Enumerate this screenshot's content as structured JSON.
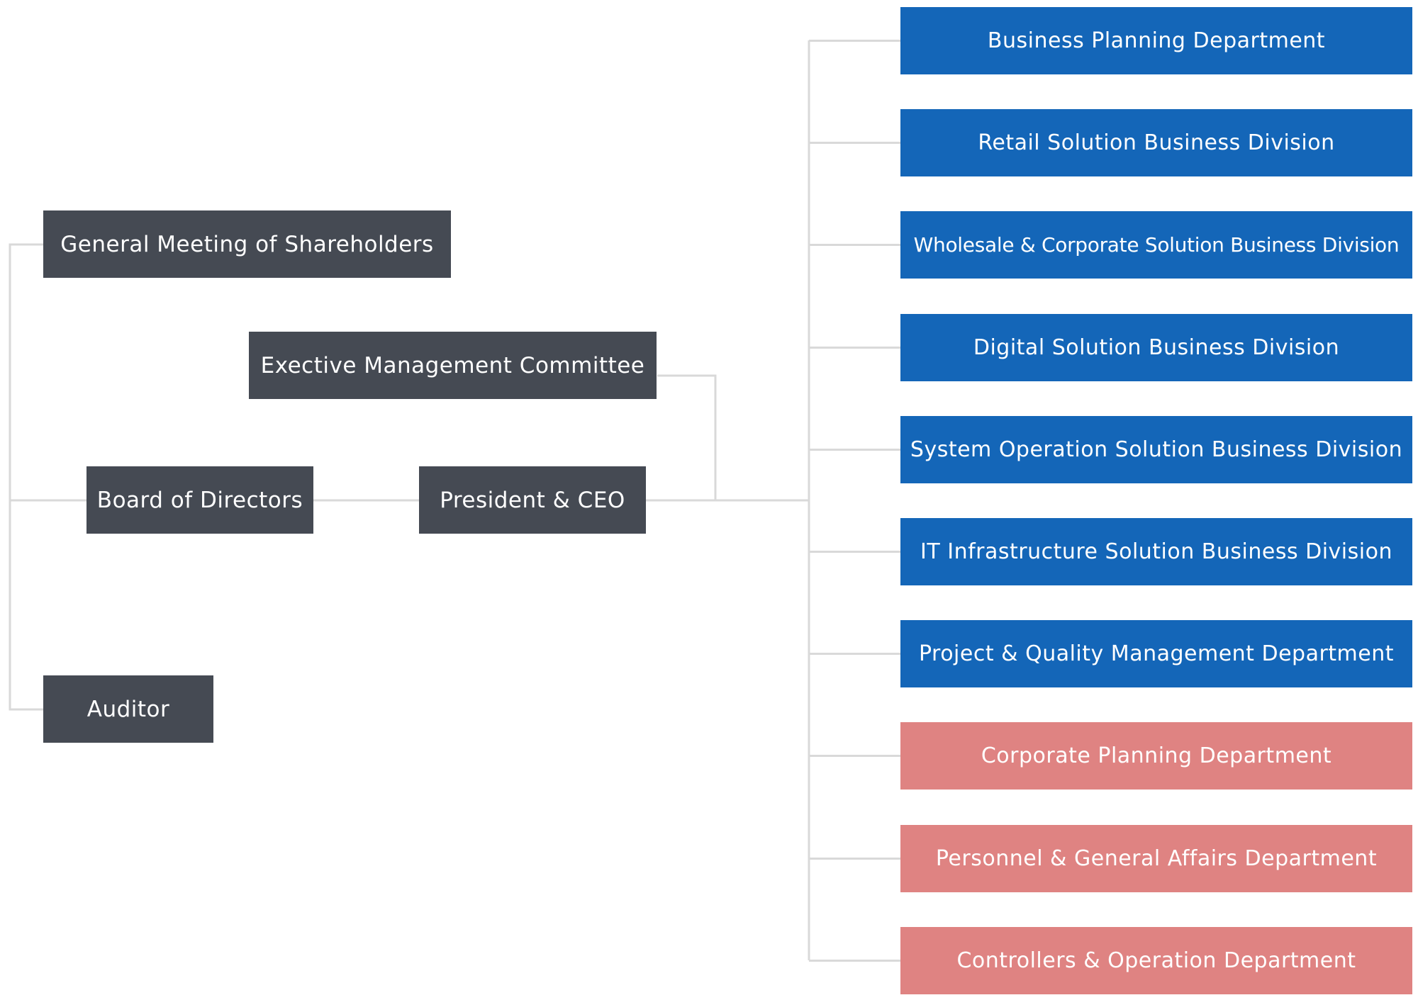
{
  "colors": {
    "left_box": "#454a53",
    "business_dept": "#1466b8",
    "corporate_dept": "#df8382",
    "connector": "#d9d9d9",
    "background": "#ffffff"
  },
  "governance": {
    "shareholders": "General Meeting of Shareholders",
    "exec_committee": "Exective Management Committee",
    "board": "Board of Directors",
    "president": "President & CEO",
    "auditor": "Auditor"
  },
  "departments": [
    {
      "label": "Business Planning Department",
      "category": "business"
    },
    {
      "label": "Retail Solution Business Division",
      "category": "business"
    },
    {
      "label": "Wholesale & Corporate Solution Business Division",
      "category": "business"
    },
    {
      "label": "Digital Solution Business Division",
      "category": "business"
    },
    {
      "label": "System Operation Solution Business Division",
      "category": "business"
    },
    {
      "label": "IT Infrastructure Solution Business Division",
      "category": "business"
    },
    {
      "label": "Project & Quality Management Department",
      "category": "business"
    },
    {
      "label": "Corporate Planning Department",
      "category": "corporate"
    },
    {
      "label": "Personnel & General Affairs Department",
      "category": "corporate"
    },
    {
      "label": "Controllers & Operation Department",
      "category": "corporate"
    }
  ]
}
